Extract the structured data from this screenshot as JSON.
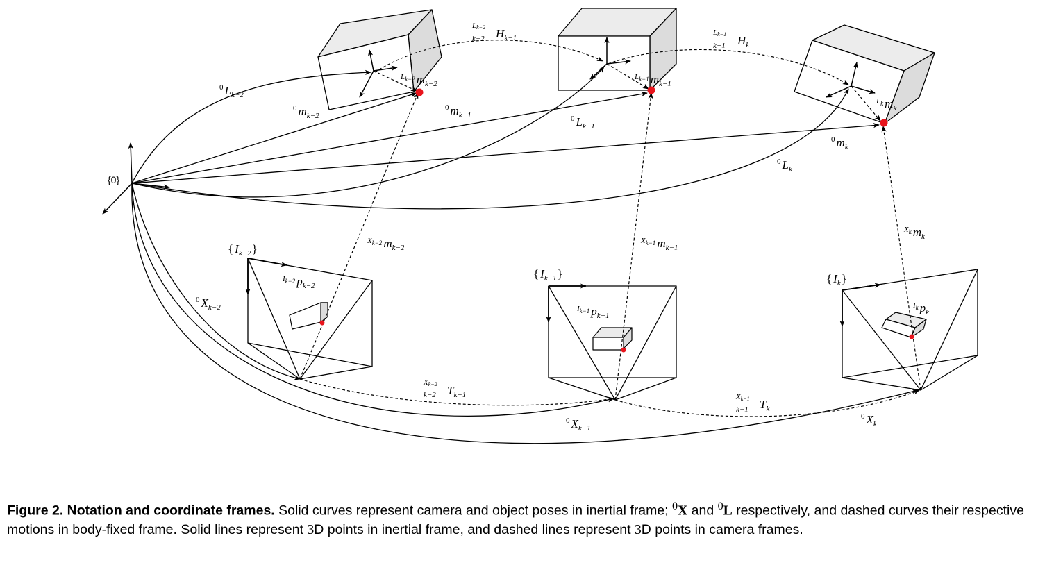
{
  "origin_label": "{0}",
  "labels": {
    "L_km2": {
      "pre": "0",
      "main": "L",
      "sub": "k−2"
    },
    "m_km2": {
      "pre": "0",
      "main": "m",
      "sub": "k−2"
    },
    "m_km1": {
      "pre": "0",
      "main": "m",
      "sub": "k−1"
    },
    "L_km1": {
      "pre": "0",
      "main": "L",
      "sub": "k−1"
    },
    "m_k": {
      "pre": "0",
      "main": "m",
      "sub": "k"
    },
    "L_k": {
      "pre": "0",
      "main": "L",
      "sub": "k"
    },
    "Lm_km2": {
      "pre": "L",
      "pre_sub": "k−2",
      "main": "m",
      "sub": "k−2"
    },
    "Lm_km1": {
      "pre": "L",
      "pre_sub": "k−1",
      "main": "m",
      "sub": "k−1"
    },
    "Lm_k": {
      "pre": "L",
      "pre_sub": "k",
      "main": "m",
      "sub": "k"
    },
    "H_km1": {
      "top": "L",
      "top_sub": "k−2",
      "bottom": "k−2",
      "main": "H",
      "sub": "k−1"
    },
    "H_k": {
      "top": "L",
      "top_sub": "k−1",
      "bottom": "k−1",
      "main": "H",
      "sub": "k"
    },
    "Xm_km2": {
      "pre": "X",
      "pre_sub": "k−2",
      "main": "m",
      "sub": "k−2"
    },
    "Xm_km1": {
      "pre": "X",
      "pre_sub": "k−1",
      "main": "m",
      "sub": "k−1"
    },
    "Xm_k": {
      "pre": "X",
      "pre_sub": "k",
      "main": "m",
      "sub": "k"
    },
    "I_km2": {
      "open": "{",
      "main": "I",
      "sub": "k−2",
      "close": "}"
    },
    "I_km1": {
      "open": "{",
      "main": "I",
      "sub": "k−1",
      "close": "}"
    },
    "I_k": {
      "open": "{",
      "main": "I",
      "sub": "k",
      "close": "}"
    },
    "Ip_km2": {
      "pre": "I",
      "pre_sub": "k−2",
      "main": "p",
      "sub": "k−2"
    },
    "Ip_km1": {
      "pre": "I",
      "pre_sub": "k−1",
      "main": "p",
      "sub": "k−1"
    },
    "Ip_k": {
      "pre": "I",
      "pre_sub": "k",
      "main": "p",
      "sub": "k"
    },
    "X_km2": {
      "pre": "0",
      "main": "X",
      "sub": "k−2"
    },
    "X_km1": {
      "pre": "0",
      "main": "X",
      "sub": "k−1"
    },
    "X_k": {
      "pre": "0",
      "main": "X",
      "sub": "k"
    },
    "T_km1": {
      "top": "X",
      "top_sub": "k−2",
      "bottom": "k−2",
      "main": "T",
      "sub": "k−1"
    },
    "T_k": {
      "top": "X",
      "top_sub": "k−1",
      "bottom": "k−1",
      "main": "T",
      "sub": "k"
    }
  },
  "colors": {
    "point": "#e8141c",
    "stroke": "#000000",
    "box_face": "#ececec",
    "box_side": "#dcdcdc"
  },
  "caption": {
    "title": "Figure 2.  Notation and coordinate frames.",
    "t1": " Solid curves represent camera and object poses in inertial frame; ",
    "x_sup": "0",
    "x_sym": "X",
    "t2": " and ",
    "l_sup": "0",
    "l_sym": "L",
    "t3": " respectively, and dashed curves their respective motions in body-fixed frame. Solid lines represent ",
    "three": "3",
    "d1": "D points in inertial frame, and dashed lines represent ",
    "three2": "3",
    "d2": "D points in camera frames."
  }
}
